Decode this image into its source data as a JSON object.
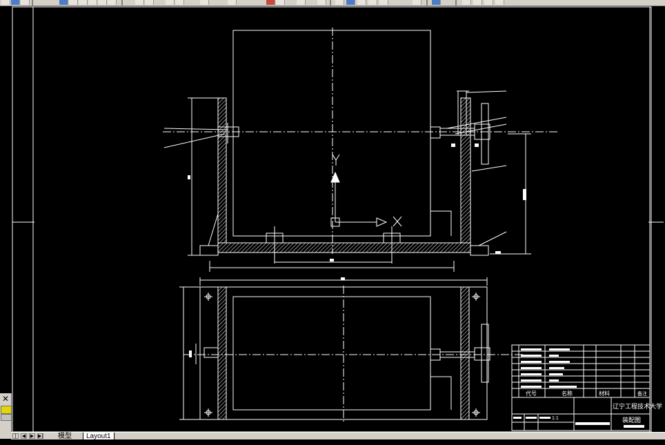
{
  "layout_tabs": {
    "model": "模型",
    "layout": "Layout1"
  },
  "title_block": {
    "university": "辽宁工程技术大学",
    "drawing_name": "装配图",
    "headers": [
      "代号",
      "名称",
      "材料",
      "备注"
    ],
    "scale": "1:1"
  },
  "ucs": {
    "x_label": "X",
    "y_label": "Y"
  },
  "colors": {
    "background": "#000000",
    "lines": "#ffffff",
    "ui": "#d4d0c8"
  },
  "icons": [
    "close-icon",
    "nav-first-icon",
    "nav-prev-icon",
    "nav-next-icon",
    "nav-last-icon"
  ]
}
